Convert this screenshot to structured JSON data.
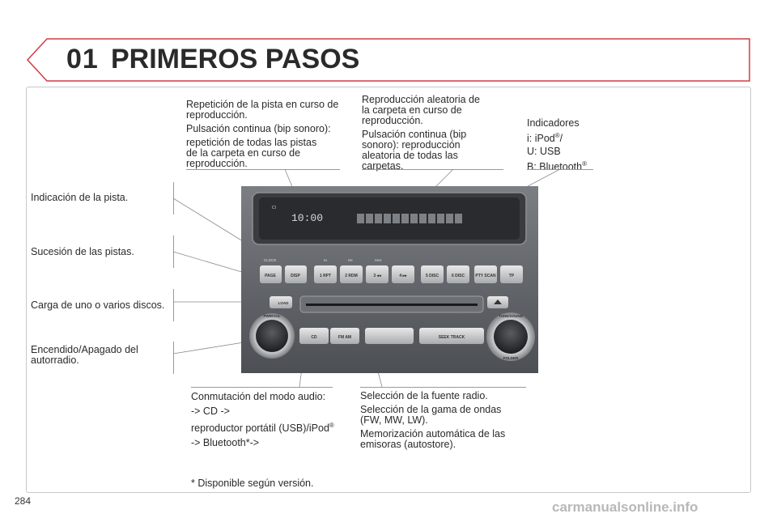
{
  "header": {
    "chapter_number": "01",
    "title": "PRIMEROS PASOS"
  },
  "labels": {
    "repeat": {
      "line1": "Repetición de la pista en curso de reproducción.",
      "line2": "Pulsación continua (bip sonoro):",
      "line3": "repetición de todas las pistas de la carpeta en curso de reproducción."
    },
    "random": {
      "line1": "Reproducción aleatoria de la carpeta en curso de reproducción.",
      "line2": "Pulsación continua (bip sonoro): reproducción aleatoria de todas las carpetas."
    },
    "indicators": {
      "title": "Indicadores",
      "ipod": "i: iPod",
      "ipod_sup": "®",
      "ipod_tail": "/",
      "usb": "U: USB",
      "bt": "B: Bluetooth",
      "bt_sup": "®"
    },
    "track_indication": "Indicación de la pista.",
    "track_sequence": "Sucesión de las pistas.",
    "disc_load": "Carga de uno o varios discos.",
    "power": "Encendido/Apagado del autorradio.",
    "audio_mode": {
      "line1": "Conmutación del modo audio:",
      "line2": "-> CD ->",
      "line3": "reproductor portátil (USB)/iPod",
      "line3_sup": "®",
      "line4": "-> Bluetooth*->"
    },
    "radio_source": {
      "line1": "Selección de la fuente radio.",
      "line2": "Selección de la gama de ondas (FW, MW, LW).",
      "line3": "Memorización automática de las emisoras (autostore)."
    },
    "footnote": "* Disponible según versión."
  },
  "radio": {
    "display_time": "10:00",
    "display_ch": "CI",
    "buttons": {
      "page": "PAGE",
      "disp": "DISP",
      "b1": "1 RPT",
      "b2": "2 RDM",
      "b3": "3 ◂◂",
      "b4": "4 ▸▸",
      "b5": "5 DISC",
      "b6": "6 DISC",
      "pty": "PTY SCAN",
      "tp": "TP",
      "clock": "CLOCK",
      "load": "LOAD",
      "cd": "CD",
      "fmam": "FM AM",
      "seek": "SEEK TRACK",
      "fwr_vol": "PWR/VOL",
      "tune_sound": "TUNE/SOUND",
      "folder": "FOLDER"
    },
    "small_labels": {
      "ri": "RI",
      "rr": "RR",
      "rrs": "RRS"
    }
  },
  "page_number": "284",
  "watermark": "carmanualsonline.info"
}
